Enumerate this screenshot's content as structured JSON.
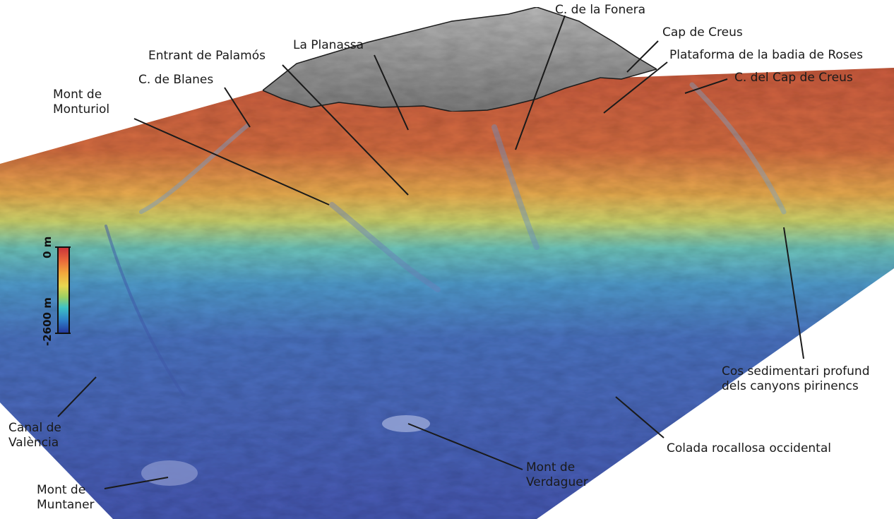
{
  "colors": {
    "shelf": "#c85a3c",
    "slope_mid": "#e8c45a",
    "rise": "#55b8c6",
    "deep": "#4a5fb0",
    "land": "#8e8e8e",
    "leader": "#1a1a1a"
  },
  "legend": {
    "top_label": "0 m",
    "bottom_label": "-2600 m",
    "ramp": [
      "#c9313a",
      "#e8663a",
      "#f2a83c",
      "#e9d650",
      "#9ccf63",
      "#3ec2c6",
      "#2e7fc8",
      "#23349b"
    ]
  },
  "labels": {
    "fonera": "C. de la Fonera",
    "cap_creus": "Cap de Creus",
    "palamos": "Entrant de Palamós",
    "planassa": "La Planassa",
    "plataforma_roses": "Plataforma de la badia de Roses",
    "blanes": "C. de Blanes",
    "canyon_cap_creus": "C. del Cap de Creus",
    "monturiol_1": "Mont de",
    "monturiol_2": "Monturiol",
    "cos_1": "Cos sedimentari profund",
    "cos_2": "dels canyons pirinencs",
    "canal_1": "Canal de",
    "canal_2": "València",
    "colada": "Colada rocallosa occidental",
    "verdaguer_1": "Mont de",
    "verdaguer_2": "Verdaguer",
    "muntaner_1": "Mont de",
    "muntaner_2": "Muntaner"
  }
}
